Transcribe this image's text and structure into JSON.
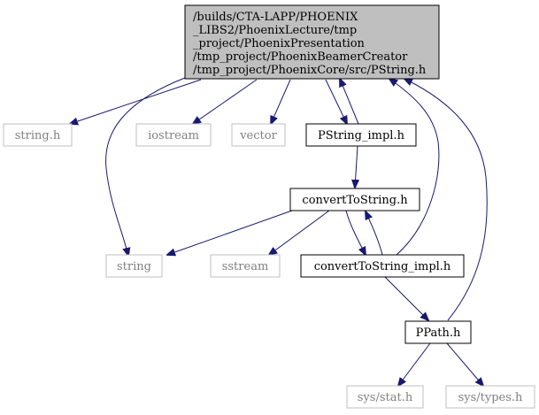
{
  "colors": {
    "edge": "#191970",
    "root_fill": "#bfbfbf",
    "node_border": "#000000",
    "external_border": "#bfbfbf",
    "external_text": "#808080",
    "text": "#000000"
  },
  "nodes": {
    "root": {
      "lines": [
        "/builds/CTA-LAPP/PHOENIX",
        "_LIBS2/PhoenixLecture/tmp",
        "_project/PhoenixPresentation",
        "/tmp_project/PhoenixBeamerCreator",
        "/tmp_project/PhoenixCore/src/PString.h"
      ]
    },
    "string_h": {
      "label": "string.h"
    },
    "iostream": {
      "label": "iostream"
    },
    "vector": {
      "label": "vector"
    },
    "pstring_impl_h": {
      "label": "PString_impl.h"
    },
    "converttostring_h": {
      "label": "convertToString.h"
    },
    "string": {
      "label": "string"
    },
    "sstream": {
      "label": "sstream"
    },
    "converttostring_impl_h": {
      "label": "convertToString_impl.h"
    },
    "ppath_h": {
      "label": "PPath.h"
    },
    "sys_stat_h": {
      "label": "sys/stat.h"
    },
    "sys_types_h": {
      "label": "sys/types.h"
    }
  }
}
